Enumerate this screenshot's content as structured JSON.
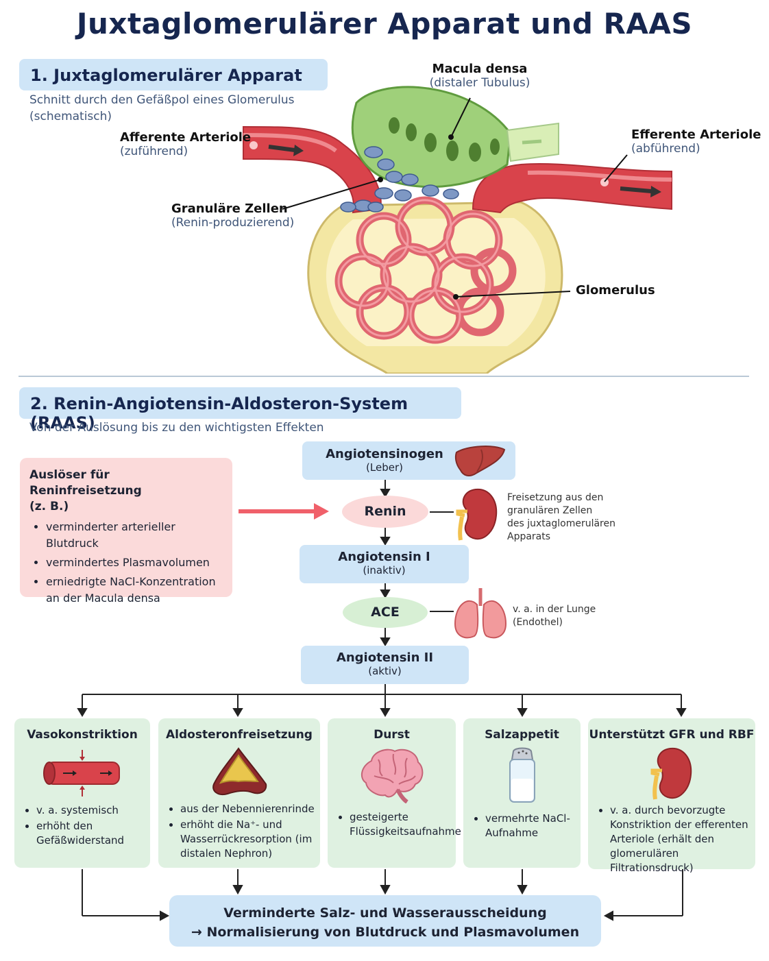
{
  "title": "Juxtaglomerulärer Apparat und RAAS",
  "section1": {
    "heading": "1. Juxtaglomerulärer Apparat",
    "subtitle_line1": "Schnitt durch den Gefäßpol eines Glomerulus",
    "subtitle_line2": "(schematisch)",
    "labels": {
      "macula_densa": "Macula densa",
      "macula_densa_sub": "(distaler Tubulus)",
      "afferent": "Afferente Arteriole",
      "afferent_sub": "(zuführend)",
      "efferent": "Efferente Arteriole",
      "efferent_sub": "(abführend)",
      "granular": "Granuläre Zellen",
      "granular_sub": "(Renin-produzierend)",
      "glomerulus": "Glomerulus"
    }
  },
  "section2": {
    "heading": "2. Renin-Angiotensin-Aldosteron-System (RAAS)",
    "subtitle": "Von der Auslösung bis zu den wichtigsten Effekten",
    "trigger": {
      "heading_line1": "Auslöser für Reninfreisetzung",
      "heading_line2": "(z. B.)",
      "items": [
        "verminderter arterieller Blutdruck",
        "vermindertes Plasmavolumen",
        "erniedrigte NaCl-Konzentration an der Macula densa"
      ]
    },
    "flow": {
      "angiotensinogen": "Angiotensinogen",
      "angiotensinogen_sub": "(Leber)",
      "renin": "Renin",
      "renin_note": [
        "Freisetzung aus den",
        "granulären Zellen",
        "des juxtaglomerulären",
        "Apparats"
      ],
      "angiotensin1": "Angiotensin I",
      "angiotensin1_sub": "(inaktiv)",
      "ace": "ACE",
      "ace_note": [
        "v. a. in der Lunge",
        "(Endothel)"
      ],
      "angiotensin2": "Angiotensin II",
      "angiotensin2_sub": "(aktiv)"
    },
    "effects": [
      {
        "title": "Vasokonstriktion",
        "items": [
          "v. a. systemisch",
          "erhöht den Gefäßwiderstand"
        ]
      },
      {
        "title": "Aldosteronfreisetzung",
        "items": [
          "aus der Nebennierenrinde",
          "erhöht die Na⁺- und Wasserrückresorption (im distalen Nephron)"
        ]
      },
      {
        "title": "Durst",
        "items": [
          "gesteigerte Flüssigkeitsaufnahme"
        ]
      },
      {
        "title": "Salzappetit",
        "items": [
          "vermehrte NaCl-Aufnahme"
        ]
      },
      {
        "title": "Unterstützt GFR und RBF",
        "items": [
          "v. a. durch bevorzugte Konstriktion der efferenten Arteriole (erhält den glomerulären Filtrationsdruck)"
        ]
      }
    ],
    "result_line1": "Verminderte Salz- und Wasserausscheidung",
    "result_line2": "→  Normalisierung von Blutdruck und Plasmavolumen"
  },
  "colors": {
    "heading_blue": "#16264f",
    "box_blue": "#cfe5f7",
    "box_green": "#dff1e1",
    "box_pink": "#fbdada",
    "arrow_red": "#f0606a",
    "vessel_red": "#d9434b",
    "capsule_yellow": "#f3e7a3",
    "macula_green": "#9fd07a",
    "granular_blue": "#7e98c4"
  },
  "icons": [
    "liver-icon",
    "kidney-icon",
    "lung-icon",
    "vessel-icon",
    "adrenal-gland-icon",
    "brain-icon",
    "salt-shaker-icon"
  ]
}
